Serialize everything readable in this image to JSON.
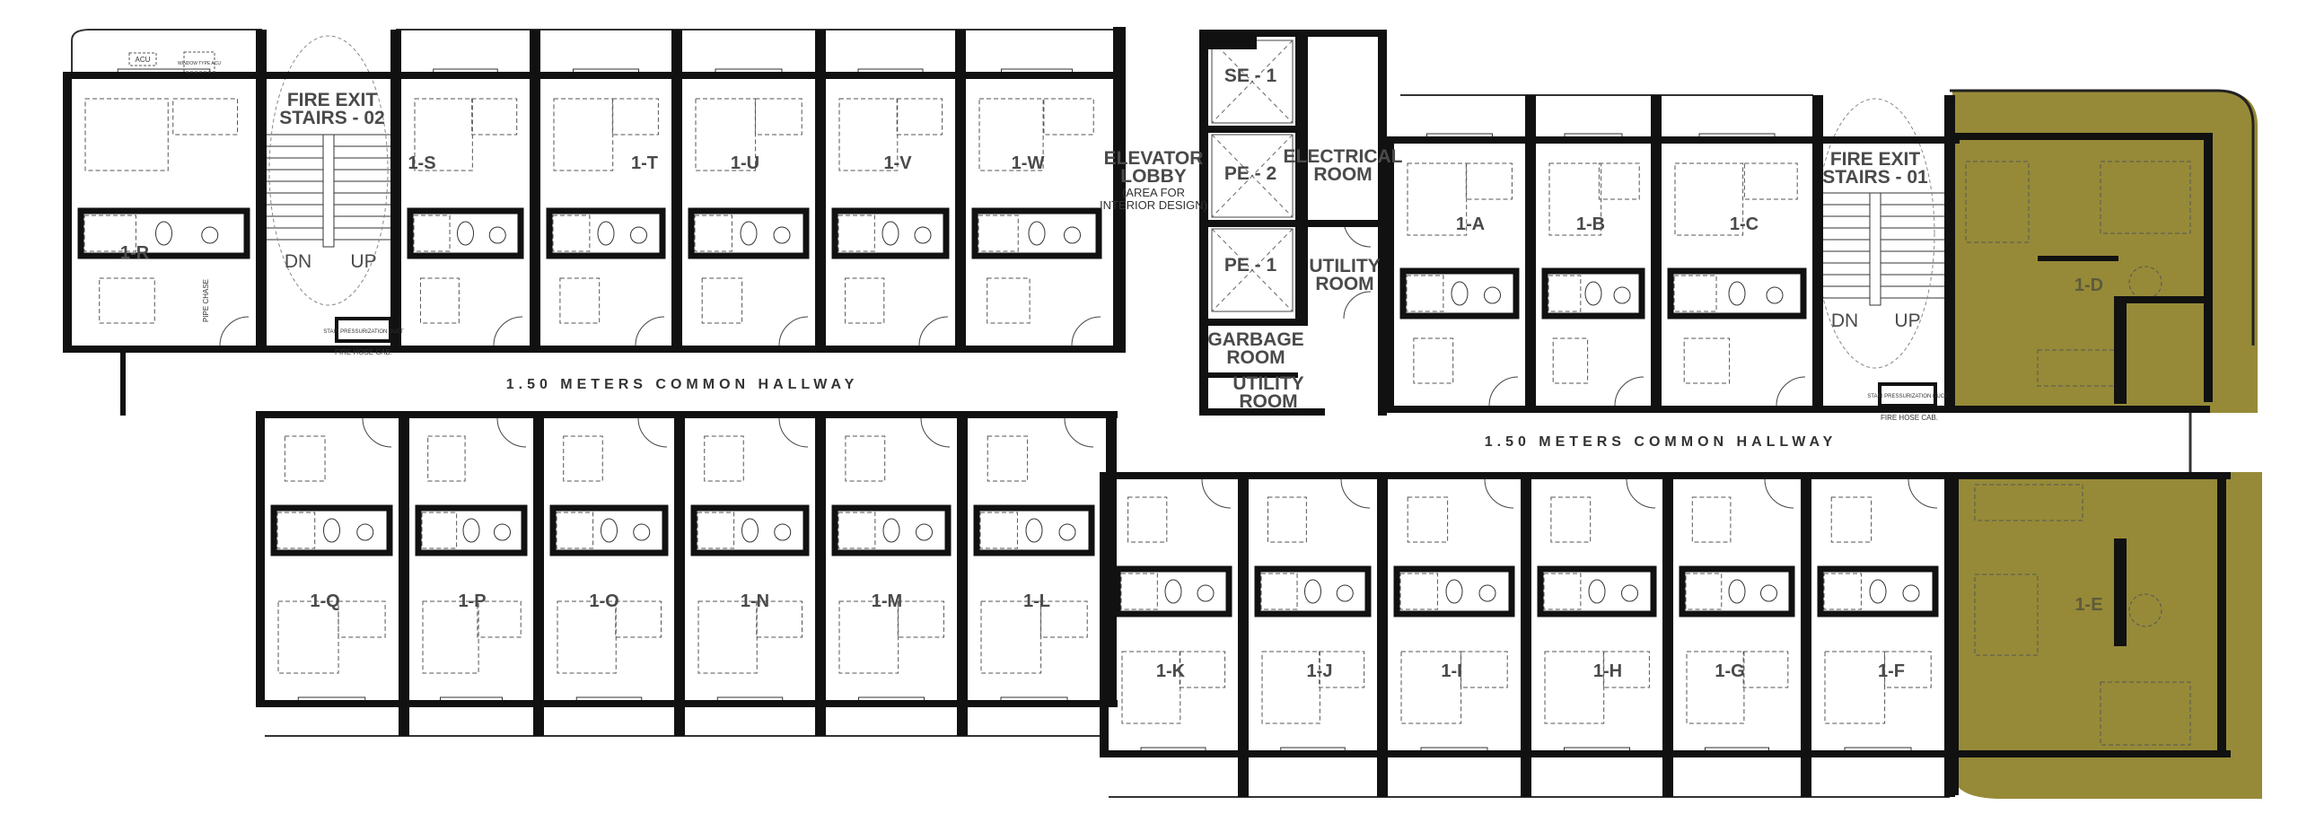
{
  "plan": {
    "hallway_label": "1.50 METERS COMMON HALLWAY",
    "rooms": {
      "elevator_lobby": "ELEVATOR",
      "elevator_lobby_2": "LOBBY",
      "elevator_lobby_note": "(AREA FOR",
      "elevator_lobby_note_2": "INTERIOR DESIGN)",
      "electrical": "ELECTRICAL",
      "electrical_2": "ROOM",
      "utility_upper": "UTILITY",
      "utility_upper_2": "ROOM",
      "garbage": "GARBAGE",
      "garbage_2": "ROOM",
      "utility_lower": "UTILITY",
      "utility_lower_2": "ROOM",
      "elevators": [
        "SE - 1",
        "PE - 2",
        "PE - 1"
      ],
      "stairs_02": "FIRE EXIT",
      "stairs_02_2": "STAIRS - 02",
      "stairs_01": "FIRE EXIT",
      "stairs_01_2": "STAIRS - 01",
      "dn": "DN",
      "up": "UP",
      "fire_hose": "FIRE HOSE CAB.",
      "stair_duct": "STAIR PRESSURIZATION DUCT",
      "window_acu": "WINDOW TYPE ACU",
      "acu": "ACU",
      "pipe_chase": "PIPE CHASE"
    },
    "units_top_left": [
      "1-R",
      "1-S",
      "1-T",
      "1-U",
      "1-V",
      "1-W"
    ],
    "units_bottom_left": [
      "1-Q",
      "1-P",
      "1-O",
      "1-N",
      "1-M",
      "1-L"
    ],
    "units_top_right": [
      "1-A",
      "1-B",
      "1-C"
    ],
    "units_bottom_right": [
      "1-K",
      "1-J",
      "1-I",
      "1-H",
      "1-G",
      "1-F"
    ],
    "highlighted_units": [
      "1-D",
      "1-E"
    ],
    "highlight_color": "#968a38",
    "wall_color": "#111111"
  }
}
